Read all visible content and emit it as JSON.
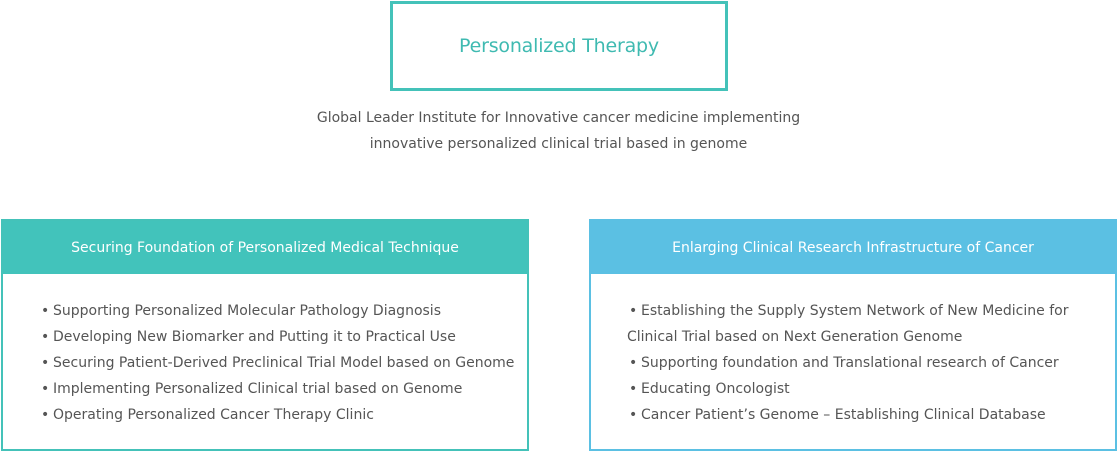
{
  "title": "Personalized Therapy",
  "subtitle": [
    "Global Leader Institute for Innovative cancer medicine implementing",
    "innovative personalized clinical trial based in genome"
  ],
  "colors": {
    "teal": "#42c3bb",
    "sky_blue": "#5bc0e3",
    "text": "#555555"
  },
  "cards": [
    {
      "heading": "Securing Foundation of Personalized Medical Technique",
      "items": [
        "Supporting Personalized Molecular Pathology Diagnosis",
        "Developing New Biomarker and Putting it to Practical Use",
        "Securing Patient-Derived Preclinical Trial Model based on Genome",
        "Implementing Personalized Clinical trial based on Genome",
        "Operating Personalized Cancer Therapy Clinic"
      ]
    },
    {
      "heading": "Enlarging Clinical Research Infrastructure of Cancer",
      "items": [
        {
          "line1": "Establishing the Supply System Network of New Medicine for",
          "line2": "Clinical Trial based on Next Generation Genome"
        },
        "Supporting foundation and Translational research of Cancer",
        "Educating Oncologist",
        "Cancer Patient’s Genome – Establishing Clinical Database"
      ]
    }
  ]
}
